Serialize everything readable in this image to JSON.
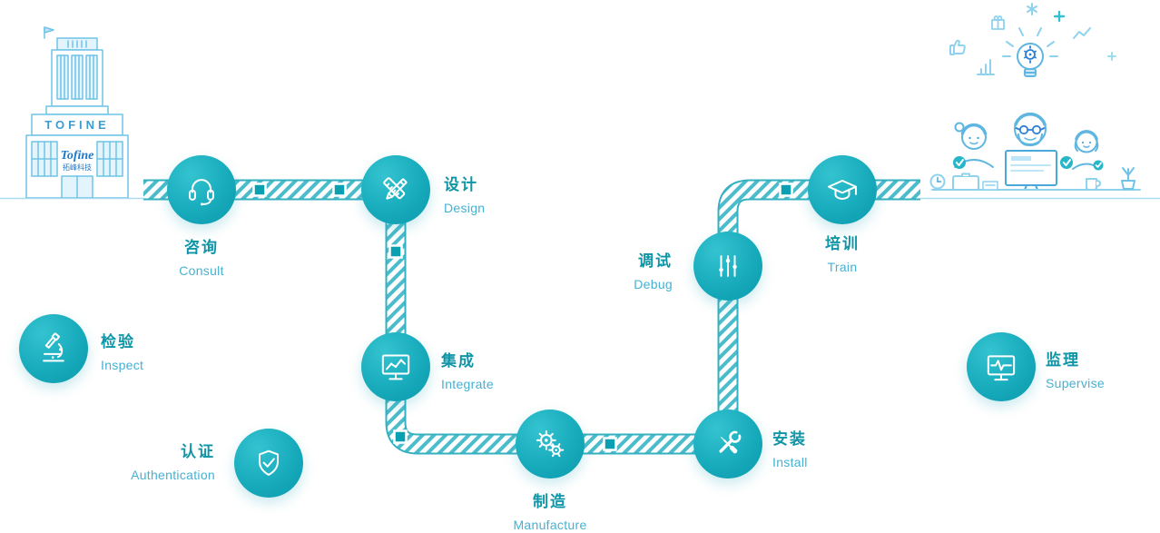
{
  "building": {
    "sign": "TOFINE",
    "logo": "Tofine",
    "logo_sub": "拓峰科技"
  },
  "flow": {
    "steps": [
      {
        "id": "consult",
        "zh": "咨询",
        "en": "Consult",
        "icon": "headset-icon"
      },
      {
        "id": "design",
        "zh": "设计",
        "en": "Design",
        "icon": "pencil-ruler-icon"
      },
      {
        "id": "integrate",
        "zh": "集成",
        "en": "Integrate",
        "icon": "monitor-chart-icon"
      },
      {
        "id": "manufacture",
        "zh": "制造",
        "en": "Manufacture",
        "icon": "gears-icon"
      },
      {
        "id": "install",
        "zh": "安装",
        "en": "Install",
        "icon": "crossed-tools-icon"
      },
      {
        "id": "debug",
        "zh": "调试",
        "en": "Debug",
        "icon": "sliders-icon"
      },
      {
        "id": "train",
        "zh": "培训",
        "en": "Train",
        "icon": "graduation-cap-icon"
      }
    ],
    "standalone_steps": [
      {
        "id": "inspect",
        "zh": "检验",
        "en": "Inspect",
        "icon": "microscope-icon"
      },
      {
        "id": "authentication",
        "zh": "认证",
        "en": "Authentication",
        "icon": "shield-check-icon"
      },
      {
        "id": "supervise",
        "zh": "监理",
        "en": "Supervise",
        "icon": "monitor-pulse-icon"
      }
    ]
  },
  "colors": {
    "circle_teal": "#14a8b8",
    "band_edge": "#35b0c0",
    "band_stripe": "#4abccb",
    "path_marker": "#0aa0b2",
    "zh_text": "#0f95a6",
    "en_text": "#45b1d3",
    "line_art_light": "#7fcbe9",
    "line_art_mid": "#4aa9d8",
    "accent_dark_blue": "#2e7fd6"
  }
}
